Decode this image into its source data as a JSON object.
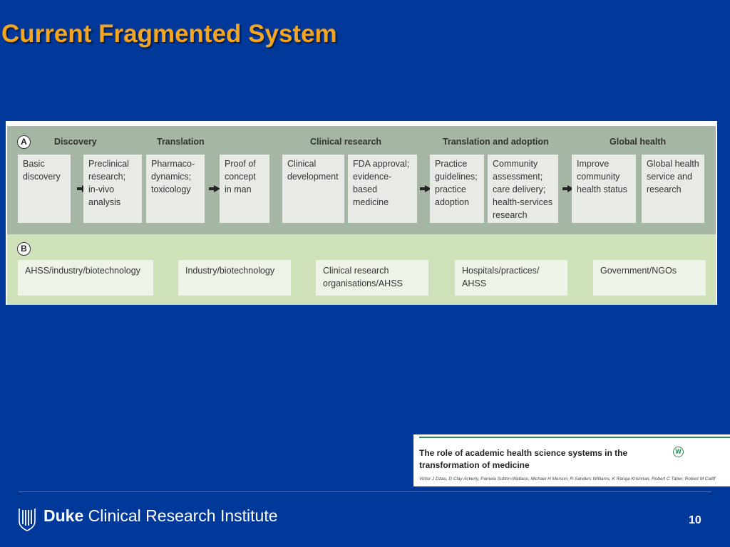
{
  "slide": {
    "title": "Current Fragmented System",
    "page_number": "10"
  },
  "figure": {
    "section_a_label": "A",
    "section_b_label": "B",
    "headers": [
      "Discovery",
      "Translation",
      "Clinical research",
      "Translation and adoption",
      "Global health"
    ],
    "boxes": [
      [
        "Basic",
        "discovery"
      ],
      [
        "Preclinical",
        "research;",
        "in-vivo",
        "analysis"
      ],
      [
        "Pharmaco-",
        "dynamics;",
        "toxicology"
      ],
      [
        "Proof of",
        "concept",
        "in man"
      ],
      [
        "Clinical",
        "development"
      ],
      [
        "FDA approval;",
        "evidence-based",
        "medicine"
      ],
      [
        "Practice",
        "guidelines;",
        "practice",
        "adoption"
      ],
      [
        "Community",
        "assessment;",
        "care delivery;",
        "health-services",
        "research"
      ],
      [
        "Improve",
        "community",
        "health status"
      ],
      [
        "Global health",
        "service and",
        "research"
      ]
    ],
    "b_boxes": [
      [
        "AHSS/industry/biotechnology"
      ],
      [
        "Industry/biotechnology"
      ],
      [
        "Clinical research",
        "organisations/AHSS"
      ],
      [
        "Hospitals/practices/",
        "AHSS"
      ],
      [
        "Government/NGOs"
      ]
    ]
  },
  "paper": {
    "title_line1": "The role of academic health science systems in the",
    "title_line2": "transformation of medicine",
    "authors": "Victor J Dzau, D Clay Ackerly, Pamela Sutton-Wallace, Michael H Merson, R Sanders Williams, K Ranga Krishnan, Robert C Taber, Robert M Califf",
    "icon": "W"
  },
  "footer": {
    "brand_bold": "Duke",
    "brand_rest": " Clinical Research Institute"
  }
}
